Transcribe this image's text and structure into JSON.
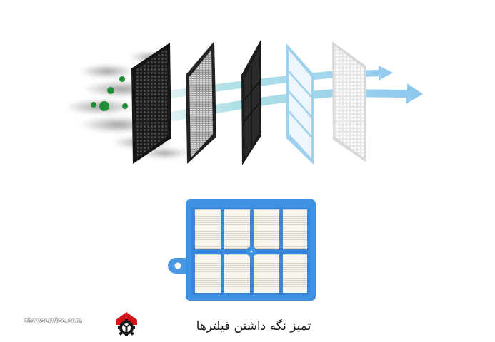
{
  "illustration": {
    "title": "Air filter layers diagram",
    "layers": [
      {
        "name": "activated-carbon-filter",
        "color": "#1f1f1f"
      },
      {
        "name": "fine-mesh-filter",
        "color": "#2a2a2a"
      },
      {
        "name": "grid-carbon-filter",
        "color": "#202020"
      },
      {
        "name": "blue-frame-filter",
        "color": "#a8d8f0"
      },
      {
        "name": "white-perforated-filter",
        "color": "#e9e9e9"
      }
    ],
    "airflow_color": "#5fb6e6",
    "particle_color": "#1f8f3a"
  },
  "product": {
    "name": "HEPA filter cassette",
    "frame_color": "#3d8fe0",
    "panel_color": "#f4f2ec"
  },
  "footer": {
    "caption": "تمیز نگه داشتن فیلترها",
    "watermark": "zhavservice.com",
    "logo_colors": {
      "roof": "#d0161c",
      "gear": "#1a1a1a"
    }
  }
}
